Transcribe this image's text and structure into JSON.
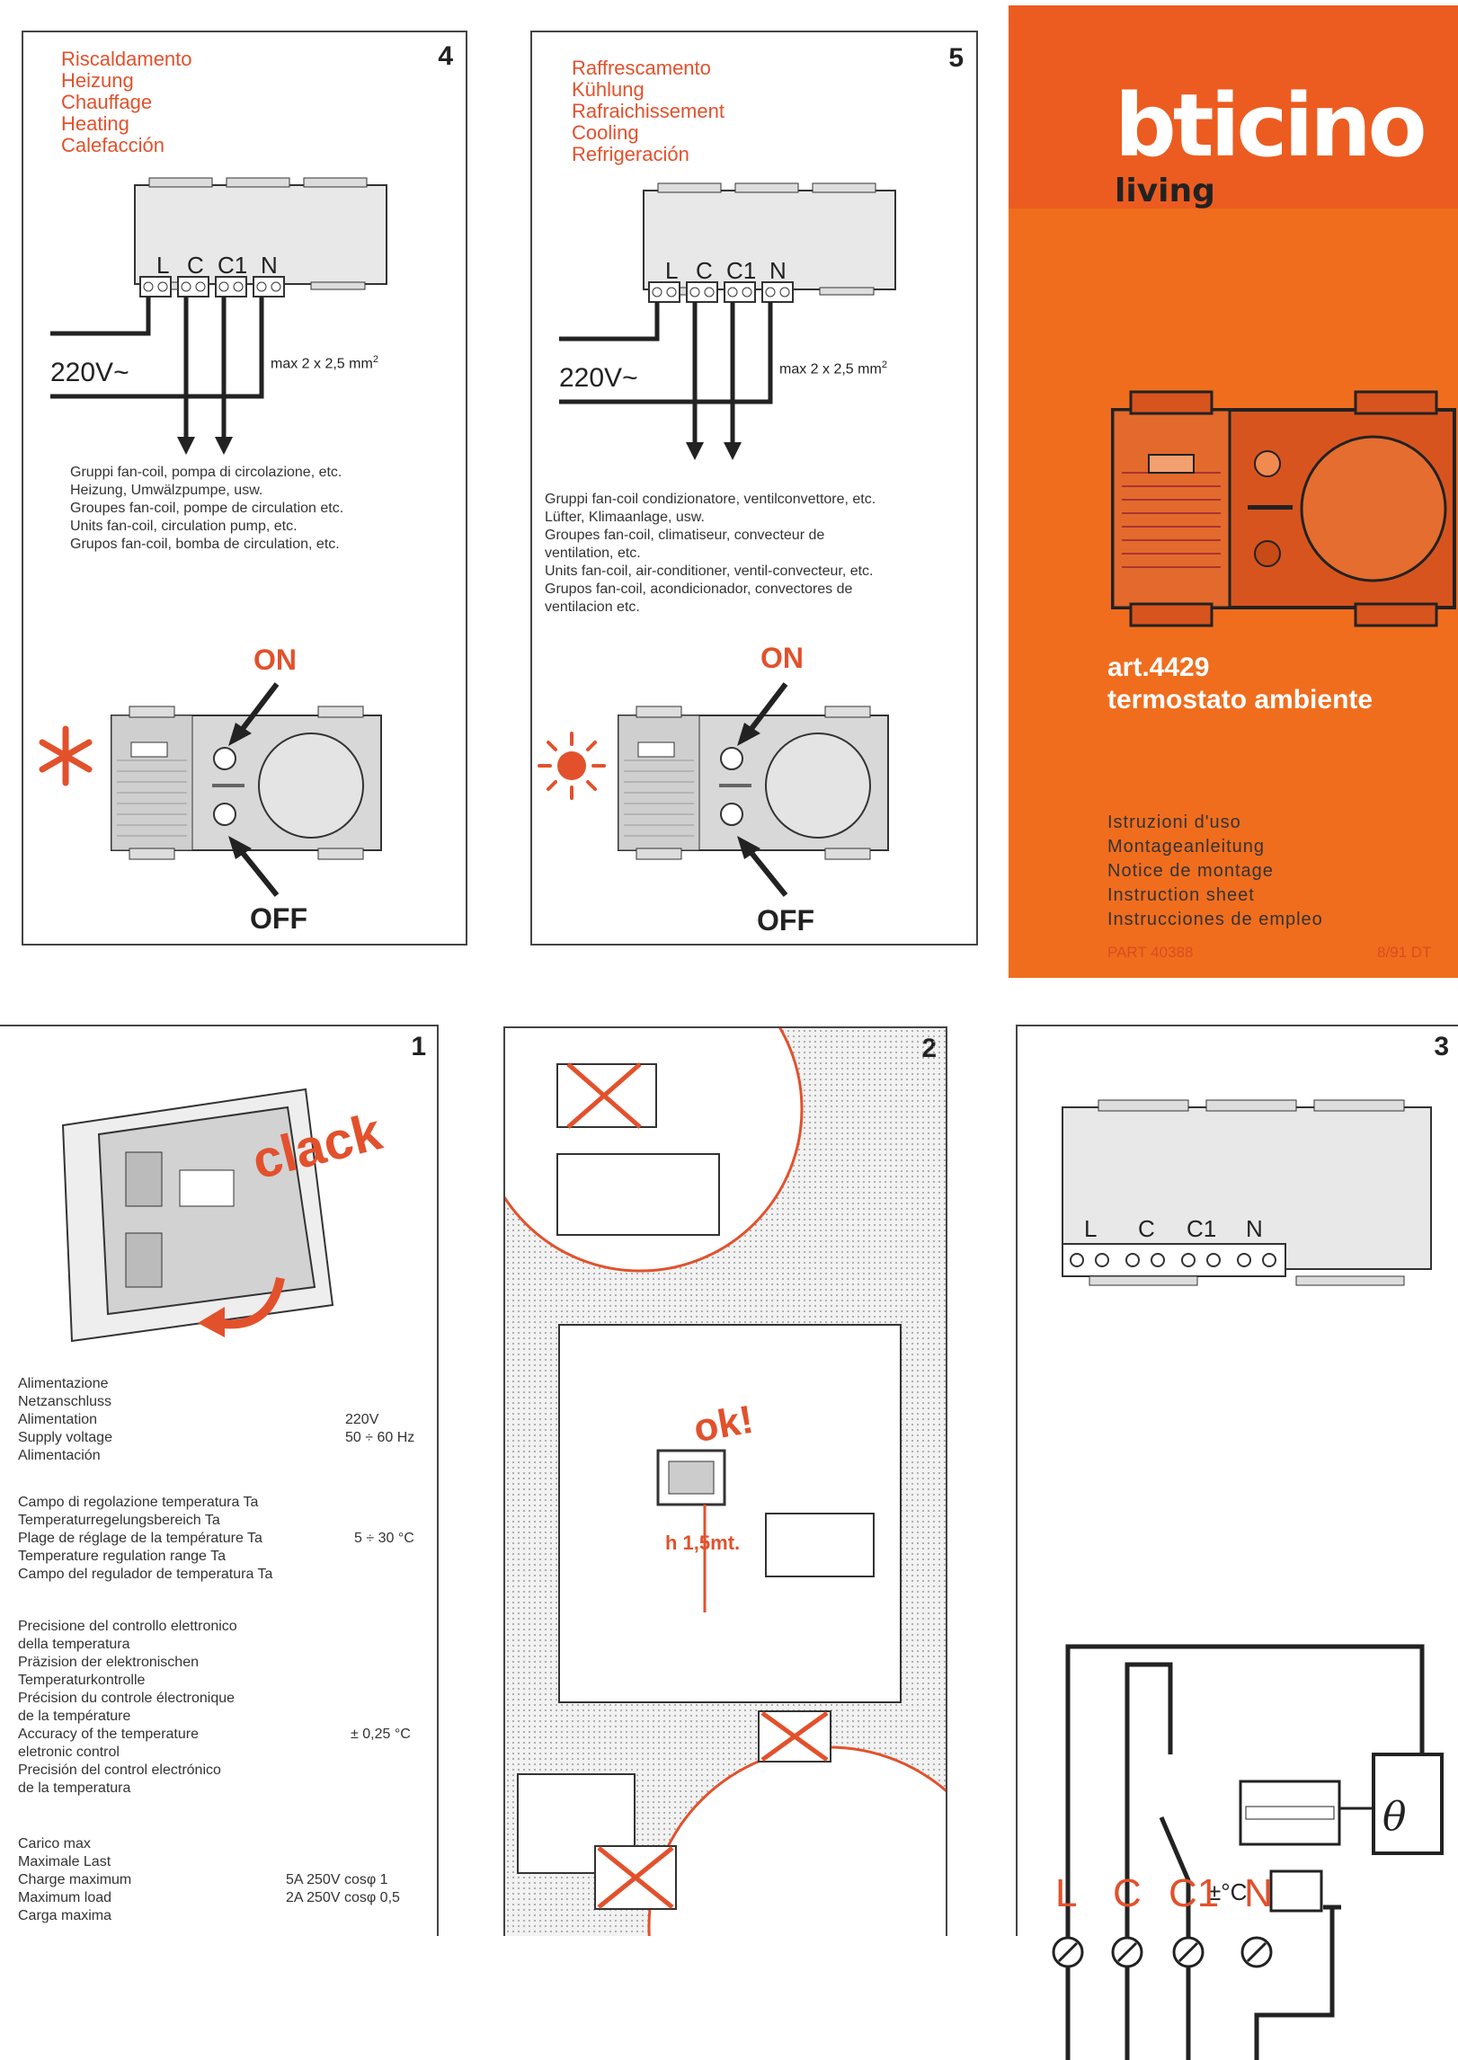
{
  "panel4": {
    "number": "4",
    "titles": [
      "Riscaldamento",
      "Heizung",
      "Chauffage",
      "Heating",
      "Calefacción"
    ],
    "terminals": [
      "L",
      "C",
      "C1",
      "N"
    ],
    "voltage": "220V~",
    "max_section": "max 2 x 2,5 mm",
    "max_section_sup": "2",
    "caption": [
      "Gruppi fan-coil, pompa di circolazione, etc.",
      "Heizung, Umwälzpumpe, usw.",
      "Groupes fan-coil, pompe de circulation etc.",
      "Units fan-coil, circulation pump, etc.",
      "Grupos fan-coil, bomba de circulation, etc."
    ],
    "on_label": "ON",
    "off_label": "OFF",
    "mode_icon": "snowflake-icon"
  },
  "panel5": {
    "number": "5",
    "titles": [
      "Raffrescamento",
      "Kühlung",
      "Rafraichissement",
      "Cooling",
      "Refrigeración"
    ],
    "terminals": [
      "L",
      "C",
      "C1",
      "N"
    ],
    "voltage": "220V~",
    "max_section": "max 2 x 2,5 mm",
    "max_section_sup": "2",
    "caption": [
      "Gruppi fan-coil condizionatore, ventilconvettore, etc.",
      "Lüfter, Klimaanlage, usw.",
      "Groupes fan-coil, climatiseur, convecteur de",
      "ventilation, etc.",
      "Units fan-coil, air-conditioner, ventil-convecteur, etc.",
      "Grupos fan-coil, acondicionador, convectores de",
      "ventilacion etc."
    ],
    "on_label": "ON",
    "off_label": "OFF",
    "mode_icon": "sun-icon"
  },
  "cover": {
    "brand": "bticino",
    "sub_brand": "living",
    "article": "art.4429",
    "product_name": "termostato ambiente",
    "manual_titles": [
      "Istruzioni d'uso",
      "Montageanleitung",
      "Notice de montage",
      "Instruction sheet",
      "Instrucciones de empleo"
    ],
    "part_number": "PART 40388",
    "date_code": "8/91 DT",
    "bg_color": "#f06d1e"
  },
  "panel1": {
    "number": "1",
    "clack": "clack",
    "specs": [
      {
        "labels": [
          "Alimentazione",
          "Netzanschluss",
          "Alimentation",
          "Supply voltage",
          "Alimentación"
        ],
        "values": [
          "220V",
          "50 ÷ 60 Hz"
        ]
      },
      {
        "labels": [
          "Campo di regolazione temperatura Ta",
          "Temperaturregelungsbereich Ta",
          "Plage de réglage de la température Ta",
          "Temperature regulation range Ta",
          "Campo del regulador de temperatura Ta"
        ],
        "values": [
          "5 ÷ 30 °C"
        ]
      },
      {
        "labels": [
          "Precisione del controllo elettronico",
          "della temperatura",
          "Präzision der elektronischen",
          "Temperaturkontrolle",
          "Précision du controle électronique",
          "de la température",
          "Accuracy of the temperature",
          "eletronic control",
          "Precisión del control electrónico",
          "de la temperatura"
        ],
        "values": [
          "± 0,25 °C"
        ]
      },
      {
        "labels": [
          "Carico max",
          "Maximale Last",
          "Charge maximum",
          "Maximum load",
          "Carga maxima"
        ],
        "values": [
          "5A 250V cosφ 1",
          "2A 250V cosφ 0,5"
        ]
      }
    ]
  },
  "panel2": {
    "number": "2",
    "ok_label": "ok!",
    "height_label": "h 1,5mt."
  },
  "panel3": {
    "number": "3",
    "terminals": [
      "L",
      "C",
      "C1",
      "N"
    ],
    "theta": "θ",
    "temp_label": "±°C",
    "bottom_terminals": [
      "L",
      "C",
      "C1",
      "N"
    ]
  }
}
